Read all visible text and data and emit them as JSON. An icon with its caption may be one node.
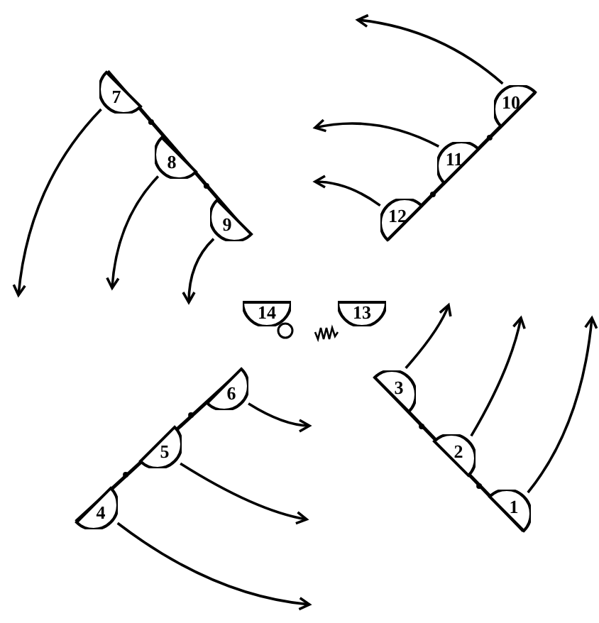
{
  "diagram": {
    "nodes": [
      {
        "text": [
          "1"
        ]
      },
      {
        "text": [
          "2"
        ]
      },
      {
        "text": [
          "3"
        ]
      },
      {
        "text": [
          "4"
        ]
      },
      {
        "text": [
          "5"
        ]
      },
      {
        "text": [
          "6"
        ]
      },
      {
        "text": [
          "7"
        ]
      },
      {
        "text": [
          "8"
        ]
      },
      {
        "text": [
          "9"
        ]
      },
      {
        "text": [
          "10"
        ]
      },
      {
        "text": [
          "11"
        ]
      },
      {
        "text": [
          "12"
        ]
      },
      {
        "text": [
          "13"
        ]
      },
      {
        "text": [
          "14"
        ]
      }
    ],
    "edges": [
      {
        "from": 0,
        "to": null,
        "arrow": "to"
      },
      {
        "from": 1,
        "to": null,
        "arrow": "to"
      },
      {
        "from": 2,
        "to": null,
        "arrow": "to"
      },
      {
        "from": 3,
        "to": null,
        "arrow": "to"
      },
      {
        "from": 4,
        "to": null,
        "arrow": "to"
      },
      {
        "from": 5,
        "to": null,
        "arrow": "to"
      },
      {
        "from": 6,
        "to": null,
        "arrow": "to"
      },
      {
        "from": 7,
        "to": null,
        "arrow": "to"
      },
      {
        "from": 8,
        "to": null,
        "arrow": "to"
      },
      {
        "from": 9,
        "to": null,
        "arrow": "to"
      },
      {
        "from": 10,
        "to": null,
        "arrow": "to"
      },
      {
        "from": 11,
        "to": null,
        "arrow": "to"
      }
    ]
  }
}
